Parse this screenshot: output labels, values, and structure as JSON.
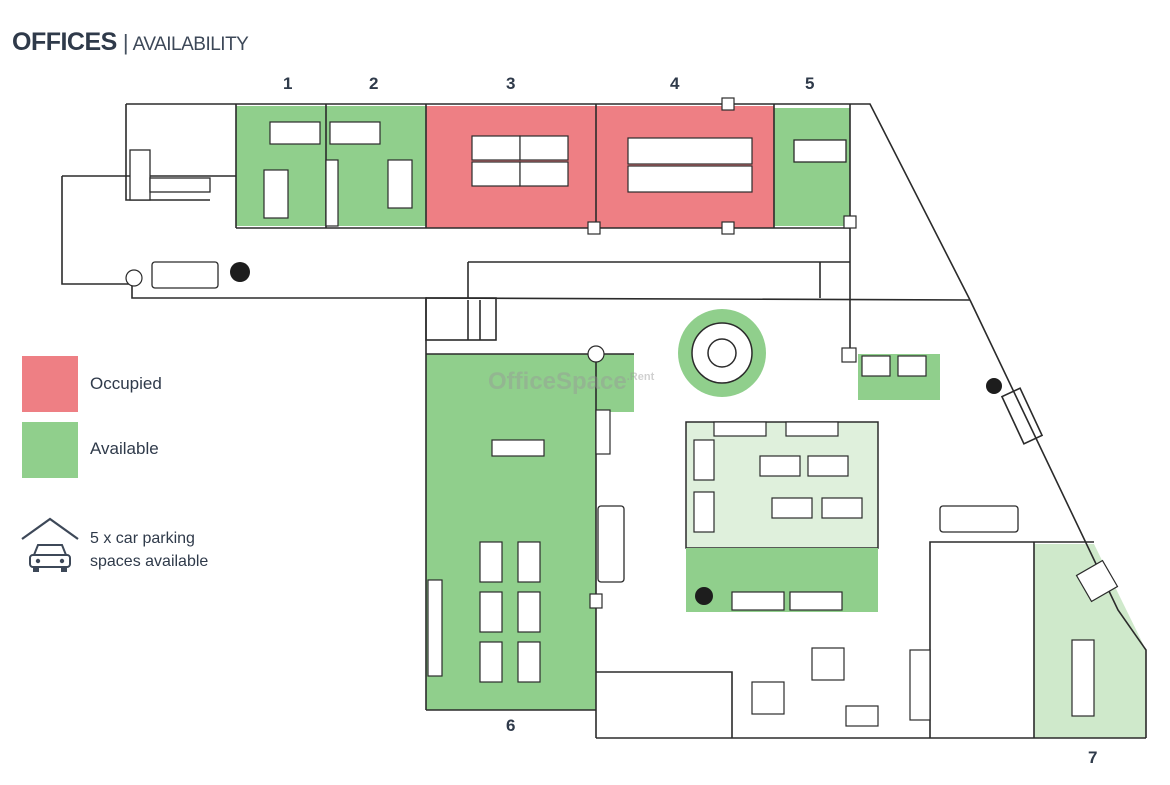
{
  "header": {
    "title": "OFFICES",
    "separator": "|",
    "subtitle": "AVAILABILITY"
  },
  "legend": {
    "occupied_label": "Occupied",
    "available_label": "Available",
    "parking_line1": "5 x car parking",
    "parking_line2": "spaces available",
    "parking_icon": "car-garage-icon"
  },
  "colors": {
    "occupied": "#ee7f84",
    "available": "#90cf8c",
    "available_light": "#dff0dc",
    "wall": "#2b2b2b",
    "text": "#2f3a4a"
  },
  "offices": [
    {
      "number": "1",
      "status": "available"
    },
    {
      "number": "2",
      "status": "available"
    },
    {
      "number": "3",
      "status": "occupied"
    },
    {
      "number": "4",
      "status": "occupied"
    },
    {
      "number": "5",
      "status": "available"
    },
    {
      "number": "6",
      "status": "available"
    },
    {
      "number": "7",
      "status": "available"
    }
  ],
  "watermark": {
    "brand": "OfficeSpace",
    "suffix": ".Rent"
  }
}
